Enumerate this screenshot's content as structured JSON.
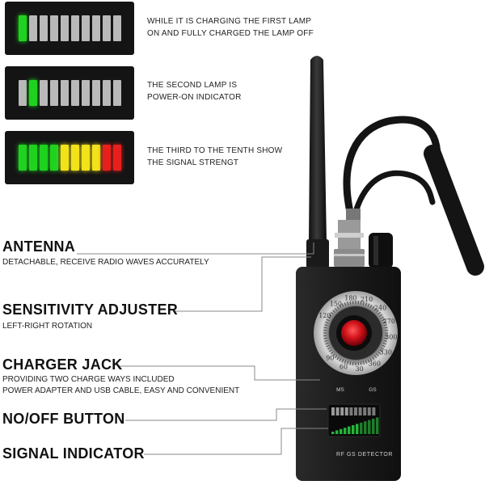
{
  "panels": [
    {
      "text_line1": "WHILE IT IS CHARGING THE FIRST LAMP",
      "text_line2": "ON AND FULLY CHARGED THE LAMP OFF",
      "lamps": [
        "#1fd21f",
        "#b9b9b9",
        "#b9b9b9",
        "#b9b9b9",
        "#b9b9b9",
        "#b9b9b9",
        "#b9b9b9",
        "#b9b9b9",
        "#b9b9b9",
        "#b9b9b9"
      ]
    },
    {
      "text_line1": "THE SECOND LAMP IS",
      "text_line2": "POWER-ON INDICATOR",
      "lamps": [
        "#b9b9b9",
        "#1fd21f",
        "#b9b9b9",
        "#b9b9b9",
        "#b9b9b9",
        "#b9b9b9",
        "#b9b9b9",
        "#b9b9b9",
        "#b9b9b9",
        "#b9b9b9"
      ]
    },
    {
      "text_line1": "THE THIRD TO THE TENTH SHOW",
      "text_line2": "THE SIGNAL STRENGT",
      "lamps": [
        "#1fd21f",
        "#1fd21f",
        "#1fd21f",
        "#1fd21f",
        "#f2e21a",
        "#f2e21a",
        "#f2e21a",
        "#f2e21a",
        "#e8201d",
        "#e8201d"
      ]
    }
  ],
  "labels": {
    "antenna": {
      "title": "ANTENNA",
      "desc": "DETACHABLE, RECEIVE RADIO WAVES ACCURATELY"
    },
    "sensitivity": {
      "title": "SENSITIVITY ADJUSTER",
      "desc": "LEFT-RIGHT ROTATION"
    },
    "charger": {
      "title": "CHARGER JACK",
      "desc1": "PROVIDING TWO CHARGE WAYS INCLUDED",
      "desc2": "POWER ADAPTER AND USB CABLE, EASY AND CONVENIENT"
    },
    "onoff": {
      "title": "NO/OFF BUTTON"
    },
    "signal": {
      "title": "SIGNAL INDICATOR"
    }
  },
  "device": {
    "dial_numbers": [
      "120",
      "150",
      "180",
      "210",
      "240",
      "270",
      "300",
      "330",
      "360",
      "30",
      "60",
      "90"
    ],
    "label_ms": "MS",
    "label_gs": "GS",
    "brand": "RF GS DETECTOR"
  },
  "colors": {
    "lamp_green": "#1fd21f",
    "lamp_yellow": "#f2e21a",
    "lamp_red": "#e8201d",
    "lamp_off": "#b9b9b9",
    "device_body": "#1b1b1b",
    "lens_red": "#d4141c"
  }
}
